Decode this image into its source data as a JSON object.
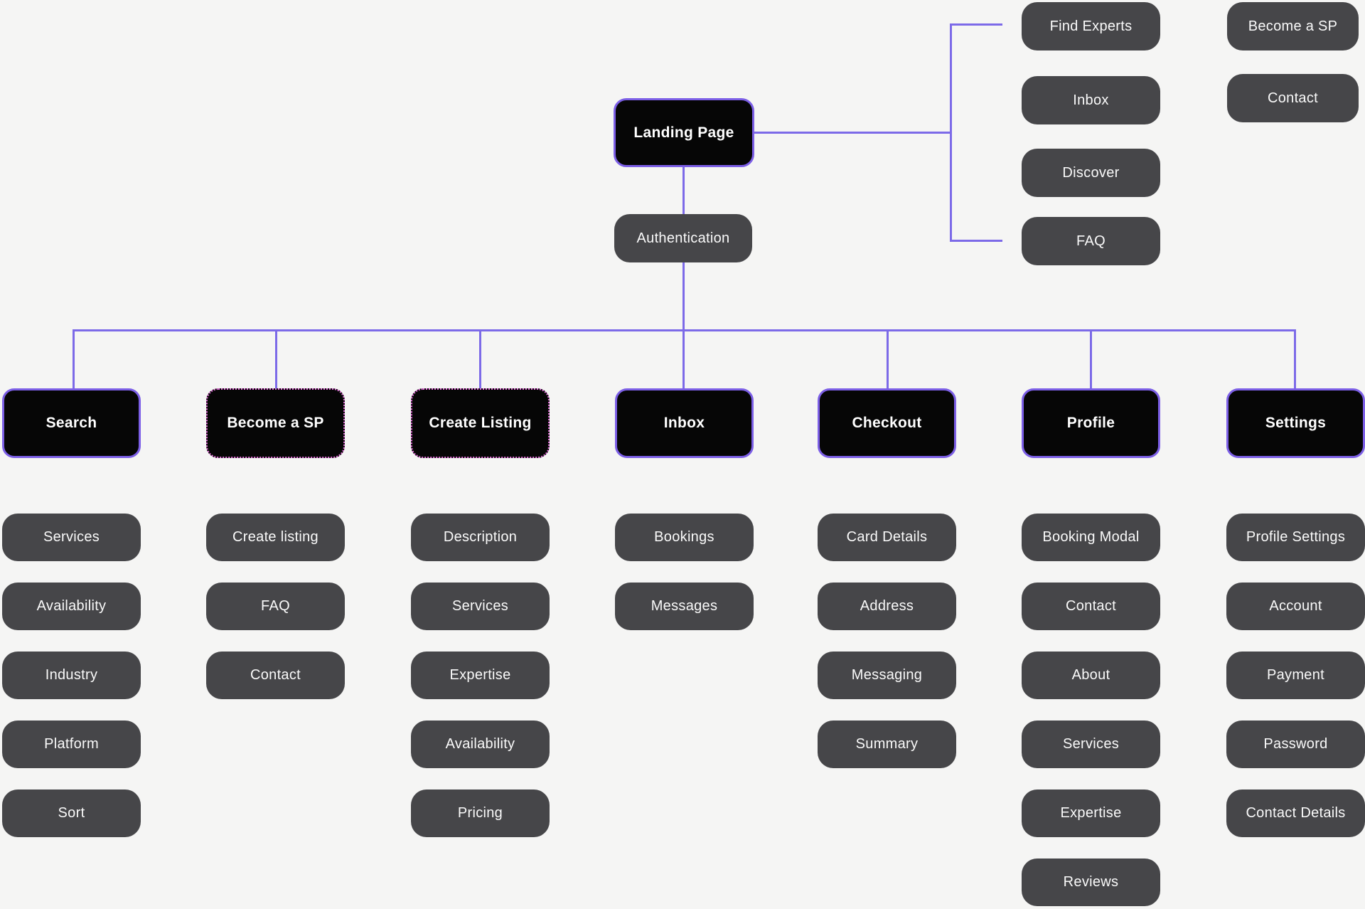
{
  "palette": {
    "background": "#f5f5f4",
    "connector_line": "#7c6ae8",
    "primary_node_fill": "#060606",
    "primary_node_border": "#7c5fe6",
    "selected_node_border": "#e56fdc",
    "secondary_node_fill": "#464649",
    "text": "#ffffff"
  },
  "root": {
    "label": "Landing Page"
  },
  "auth": {
    "label": "Authentication"
  },
  "top_right_branch": [
    {
      "label": "Find Experts"
    },
    {
      "label": "Inbox"
    },
    {
      "label": "Discover"
    },
    {
      "label": "FAQ"
    }
  ],
  "floating": [
    {
      "label": "Become a SP"
    },
    {
      "label": "Contact"
    }
  ],
  "sections": [
    {
      "label": "Search",
      "border": "solid",
      "children": [
        "Services",
        "Availability",
        "Industry",
        "Platform",
        "Sort"
      ]
    },
    {
      "label": "Become a SP",
      "border": "dotted",
      "children": [
        "Create listing",
        "FAQ",
        "Contact"
      ]
    },
    {
      "label": "Create Listing",
      "border": "dotted",
      "children": [
        "Description",
        "Services",
        "Expertise",
        "Availability",
        "Pricing"
      ]
    },
    {
      "label": "Inbox",
      "border": "solid",
      "children": [
        "Bookings",
        "Messages"
      ]
    },
    {
      "label": "Checkout",
      "border": "solid",
      "children": [
        "Card Details",
        "Address",
        "Messaging",
        "Summary"
      ]
    },
    {
      "label": "Profile",
      "border": "solid",
      "children": [
        "Booking Modal",
        "Contact",
        "About",
        "Services",
        "Expertise",
        "Reviews"
      ]
    },
    {
      "label": "Settings",
      "border": "solid",
      "children": [
        "Profile Settings",
        "Account",
        "Payment",
        "Password",
        "Contact Details"
      ]
    }
  ]
}
